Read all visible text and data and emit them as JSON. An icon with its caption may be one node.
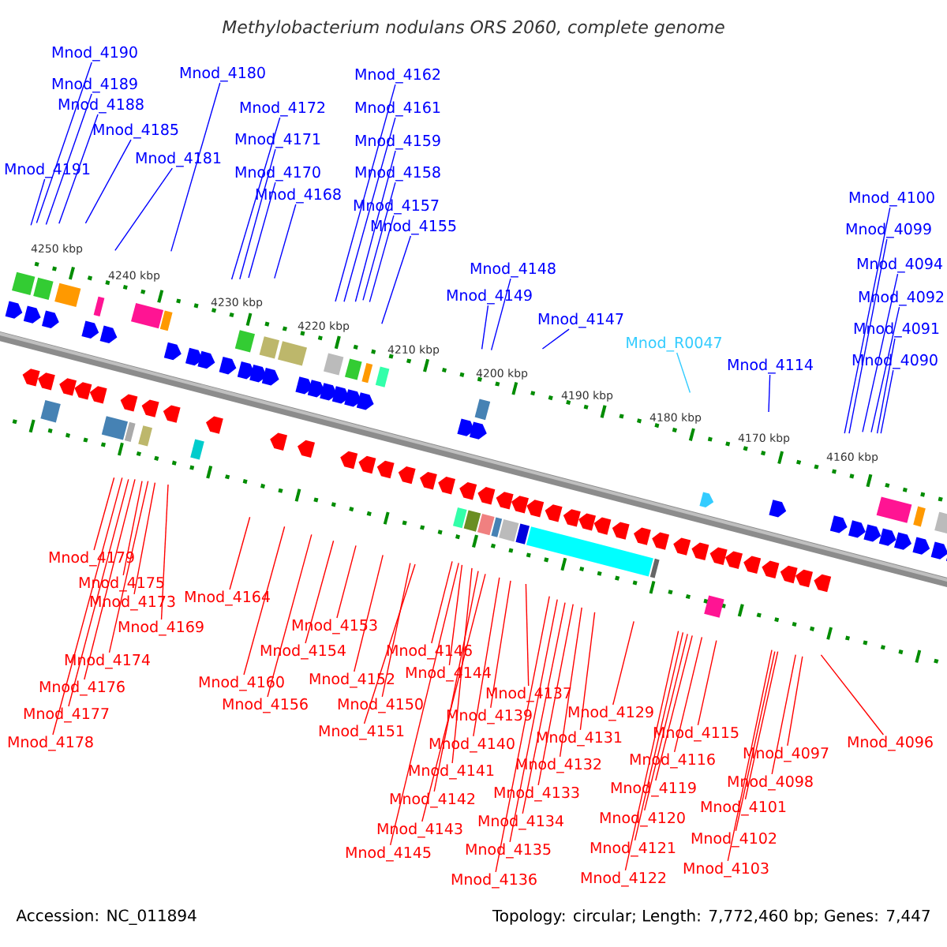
{
  "diagram": {
    "title": "Methylobacterium nodulans ORS 2060, complete genome",
    "nodes": [
      {
        "text": [
          "Mnod_4190"
        ]
      },
      {
        "text": [
          "Mnod_4189"
        ]
      },
      {
        "text": [
          "Mnod_4188"
        ]
      },
      {
        "text": [
          "Mnod_4185"
        ]
      },
      {
        "text": [
          "Mnod_4191"
        ]
      },
      {
        "text": [
          "Mnod_4181"
        ]
      },
      {
        "text": [
          "Mnod_4180"
        ]
      },
      {
        "text": [
          "Mnod_4172"
        ]
      },
      {
        "text": [
          "Mnod_4171"
        ]
      },
      {
        "text": [
          "Mnod_4170"
        ]
      },
      {
        "text": [
          "Mnod_4168"
        ]
      },
      {
        "text": [
          "Mnod_4162"
        ]
      },
      {
        "text": [
          "Mnod_4161"
        ]
      },
      {
        "text": [
          "Mnod_4159"
        ]
      },
      {
        "text": [
          "Mnod_4158"
        ]
      },
      {
        "text": [
          "Mnod_4157"
        ]
      },
      {
        "text": [
          "Mnod_4155"
        ]
      },
      {
        "text": [
          "Mnod_4148"
        ]
      },
      {
        "text": [
          "Mnod_4149"
        ]
      },
      {
        "text": [
          "Mnod_4147"
        ]
      },
      {
        "text": [
          "Mnod_R0047"
        ]
      },
      {
        "text": [
          "Mnod_4114"
        ]
      },
      {
        "text": [
          "Mnod_4100"
        ]
      },
      {
        "text": [
          "Mnod_4099"
        ]
      },
      {
        "text": [
          "Mnod_4094"
        ]
      },
      {
        "text": [
          "Mnod_4092"
        ]
      },
      {
        "text": [
          "Mnod_4091"
        ]
      },
      {
        "text": [
          "Mnod_4090"
        ]
      },
      {
        "text": [
          "Mnod_4179"
        ]
      },
      {
        "text": [
          "Mnod_4175"
        ]
      },
      {
        "text": [
          "Mnod_4173"
        ]
      },
      {
        "text": [
          "Mnod_4169"
        ]
      },
      {
        "text": [
          "Mnod_4174"
        ]
      },
      {
        "text": [
          "Mnod_4176"
        ]
      },
      {
        "text": [
          "Mnod_4177"
        ]
      },
      {
        "text": [
          "Mnod_4178"
        ]
      },
      {
        "text": [
          "Mnod_4164"
        ]
      },
      {
        "text": [
          "Mnod_4153"
        ]
      },
      {
        "text": [
          "Mnod_4154"
        ]
      },
      {
        "text": [
          "Mnod_4160"
        ]
      },
      {
        "text": [
          "Mnod_4152"
        ]
      },
      {
        "text": [
          "Mnod_4156"
        ]
      },
      {
        "text": [
          "Mnod_4150"
        ]
      },
      {
        "text": [
          "Mnod_4151"
        ]
      },
      {
        "text": [
          "Mnod_4146"
        ]
      },
      {
        "text": [
          "Mnod_4144"
        ]
      },
      {
        "text": [
          "Mnod_4137"
        ]
      },
      {
        "text": [
          "Mnod_4129"
        ]
      },
      {
        "text": [
          "Mnod_4139"
        ]
      },
      {
        "text": [
          "Mnod_4140"
        ]
      },
      {
        "text": [
          "Mnod_4131"
        ]
      },
      {
        "text": [
          "Mnod_4115"
        ]
      },
      {
        "text": [
          "Mnod_4096"
        ]
      },
      {
        "text": [
          "Mnod_4141"
        ]
      },
      {
        "text": [
          "Mnod_4132"
        ]
      },
      {
        "text": [
          "Mnod_4116"
        ]
      },
      {
        "text": [
          "Mnod_4097"
        ]
      },
      {
        "text": [
          "Mnod_4142"
        ]
      },
      {
        "text": [
          "Mnod_4133"
        ]
      },
      {
        "text": [
          "Mnod_4119"
        ]
      },
      {
        "text": [
          "Mnod_4098"
        ]
      },
      {
        "text": [
          "Mnod_4101"
        ]
      },
      {
        "text": [
          "Mnod_4143"
        ]
      },
      {
        "text": [
          "Mnod_4134"
        ]
      },
      {
        "text": [
          "Mnod_4120"
        ]
      },
      {
        "text": [
          "Mnod_4102"
        ]
      },
      {
        "text": [
          "Mnod_4145"
        ]
      },
      {
        "text": [
          "Mnod_4135"
        ]
      },
      {
        "text": [
          "Mnod_4121"
        ]
      },
      {
        "text": [
          "Mnod_4103"
        ]
      },
      {
        "text": [
          "Mnod_4136"
        ]
      },
      {
        "text": [
          "Mnod_4122"
        ]
      }
    ],
    "edges": [
      {
        "from": 0,
        "to": null,
        "arrow": "none",
        "color": "#0000ff"
      },
      {
        "from": 1,
        "to": null,
        "arrow": "none",
        "color": "#0000ff"
      },
      {
        "from": 2,
        "to": null,
        "arrow": "none",
        "color": "#0000ff"
      },
      {
        "from": 3,
        "to": null,
        "arrow": "none",
        "color": "#0000ff"
      },
      {
        "from": 4,
        "to": null,
        "arrow": "none",
        "color": "#0000ff"
      },
      {
        "from": 5,
        "to": null,
        "arrow": "none",
        "color": "#0000ff"
      },
      {
        "from": 6,
        "to": null,
        "arrow": "none",
        "color": "#0000ff"
      },
      {
        "from": 7,
        "to": null,
        "arrow": "none",
        "color": "#0000ff"
      },
      {
        "from": 8,
        "to": null,
        "arrow": "none",
        "color": "#0000ff"
      },
      {
        "from": 9,
        "to": null,
        "arrow": "none",
        "color": "#0000ff"
      },
      {
        "from": 10,
        "to": null,
        "arrow": "none",
        "color": "#0000ff"
      },
      {
        "from": 11,
        "to": null,
        "arrow": "none",
        "color": "#0000ff"
      },
      {
        "from": 12,
        "to": null,
        "arrow": "none",
        "color": "#0000ff"
      },
      {
        "from": 13,
        "to": null,
        "arrow": "none",
        "color": "#0000ff"
      },
      {
        "from": 14,
        "to": null,
        "arrow": "none",
        "color": "#0000ff"
      },
      {
        "from": 15,
        "to": null,
        "arrow": "none",
        "color": "#0000ff"
      },
      {
        "from": 16,
        "to": null,
        "arrow": "none",
        "color": "#0000ff"
      },
      {
        "from": 17,
        "to": null,
        "arrow": "none",
        "color": "#0000ff"
      },
      {
        "from": 18,
        "to": null,
        "arrow": "none",
        "color": "#0000ff"
      },
      {
        "from": 19,
        "to": null,
        "arrow": "none",
        "color": "#0000ff"
      },
      {
        "from": 20,
        "to": null,
        "arrow": "none",
        "color": "#33ccff"
      },
      {
        "from": 21,
        "to": null,
        "arrow": "none",
        "color": "#0000ff"
      },
      {
        "from": 22,
        "to": null,
        "arrow": "none",
        "color": "#0000ff"
      },
      {
        "from": 23,
        "to": null,
        "arrow": "none",
        "color": "#0000ff"
      },
      {
        "from": 24,
        "to": null,
        "arrow": "none",
        "color": "#0000ff"
      },
      {
        "from": 25,
        "to": null,
        "arrow": "none",
        "color": "#0000ff"
      },
      {
        "from": 26,
        "to": null,
        "arrow": "none",
        "color": "#0000ff"
      },
      {
        "from": 27,
        "to": null,
        "arrow": "none",
        "color": "#0000ff"
      },
      {
        "from": 28,
        "to": null,
        "arrow": "none"
      },
      {
        "from": 29,
        "to": null,
        "arrow": "none"
      },
      {
        "from": 30,
        "to": null,
        "arrow": "none"
      },
      {
        "from": 31,
        "to": null,
        "arrow": "none"
      },
      {
        "from": 32,
        "to": null,
        "arrow": "none"
      },
      {
        "from": 33,
        "to": null,
        "arrow": "none"
      },
      {
        "from": 34,
        "to": null,
        "arrow": "none"
      },
      {
        "from": 35,
        "to": null,
        "arrow": "none"
      },
      {
        "from": 36,
        "to": null,
        "arrow": "none"
      },
      {
        "from": 37,
        "to": null,
        "arrow": "none"
      },
      {
        "from": 38,
        "to": null,
        "arrow": "none"
      },
      {
        "from": 39,
        "to": null,
        "arrow": "none"
      },
      {
        "from": 40,
        "to": null,
        "arrow": "none"
      },
      {
        "from": 41,
        "to": null,
        "arrow": "none"
      },
      {
        "from": 42,
        "to": null,
        "arrow": "none"
      },
      {
        "from": 43,
        "to": null,
        "arrow": "none"
      },
      {
        "from": 44,
        "to": null,
        "arrow": "none"
      },
      {
        "from": 45,
        "to": null,
        "arrow": "none"
      },
      {
        "from": 46,
        "to": null,
        "arrow": "none"
      },
      {
        "from": 47,
        "to": null,
        "arrow": "none"
      },
      {
        "from": 48,
        "to": null,
        "arrow": "none"
      },
      {
        "from": 49,
        "to": null,
        "arrow": "none"
      },
      {
        "from": 50,
        "to": null,
        "arrow": "none"
      },
      {
        "from": 51,
        "to": null,
        "arrow": "none"
      },
      {
        "from": 52,
        "to": null,
        "arrow": "none"
      },
      {
        "from": 53,
        "to": null,
        "arrow": "none"
      },
      {
        "from": 54,
        "to": null,
        "arrow": "none"
      },
      {
        "from": 55,
        "to": null,
        "arrow": "none"
      },
      {
        "from": 56,
        "to": null,
        "arrow": "none"
      },
      {
        "from": 57,
        "to": null,
        "arrow": "none"
      },
      {
        "from": 58,
        "to": null,
        "arrow": "none"
      },
      {
        "from": 59,
        "to": null,
        "arrow": "none"
      },
      {
        "from": 60,
        "to": null,
        "arrow": "none"
      },
      {
        "from": 61,
        "to": null,
        "arrow": "none"
      },
      {
        "from": 62,
        "to": null,
        "arrow": "none"
      },
      {
        "from": 63,
        "to": null,
        "arrow": "none"
      },
      {
        "from": 64,
        "to": null,
        "arrow": "none"
      },
      {
        "from": 65,
        "to": null,
        "arrow": "none"
      },
      {
        "from": 66,
        "to": null,
        "arrow": "none"
      },
      {
        "from": 67,
        "to": null,
        "arrow": "none"
      },
      {
        "from": 68,
        "to": null,
        "arrow": "none"
      },
      {
        "from": 69,
        "to": null,
        "arrow": "none"
      },
      {
        "from": 70,
        "to": null,
        "arrow": "none"
      },
      {
        "from": 71,
        "to": null,
        "arrow": "none"
      }
    ],
    "labels": [
      "4250 kbp",
      "4240 kbp",
      "4230 kbp",
      "4220 kbp",
      "4210 kbp",
      "4200 kbp",
      "4190 kbp",
      "4180 kbp",
      "4170 kbp",
      "4160 kbp",
      "Accession: NC_011894",
      "Topology: circular; Length: 7,772,460 bp; Genes: 7,447"
    ]
  }
}
